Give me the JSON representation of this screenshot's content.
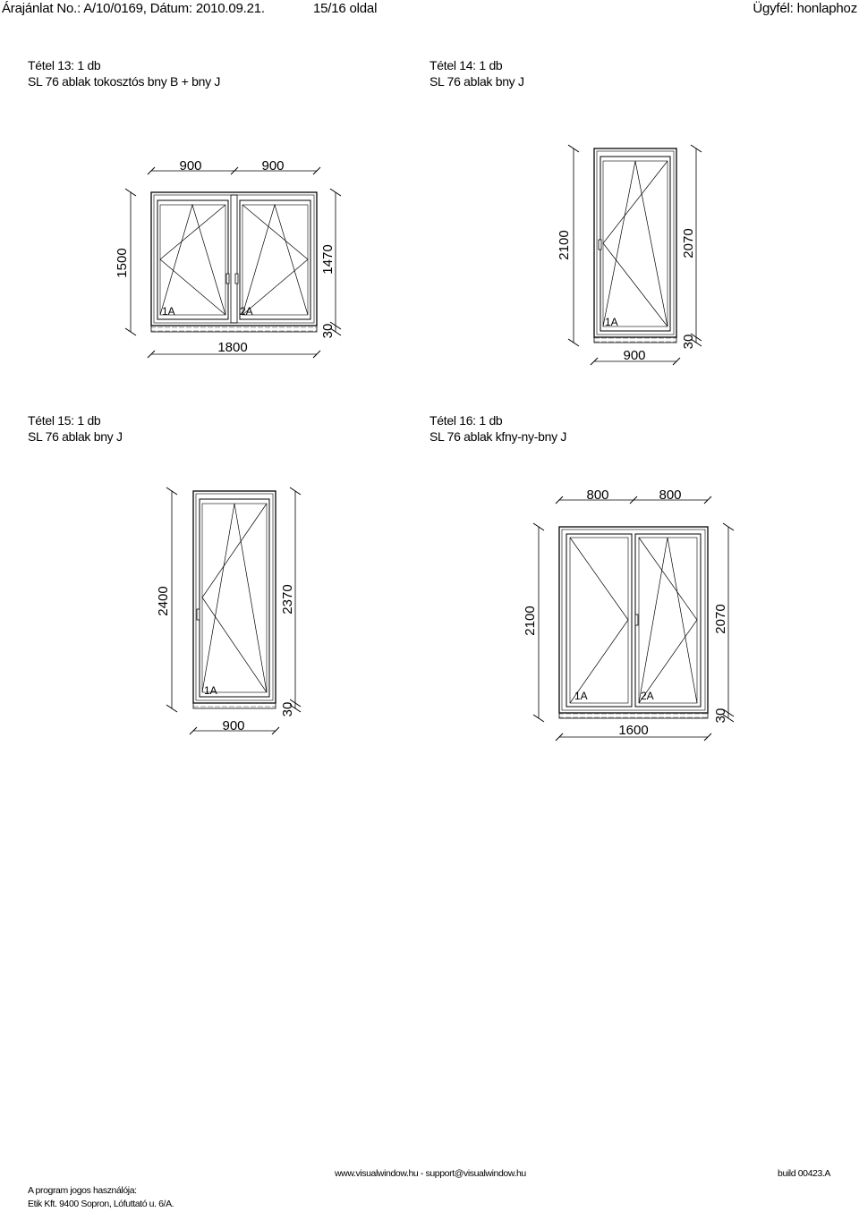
{
  "header": {
    "left": "Árajánlat No.: A/10/0169, Dátum: 2010.09.21.",
    "page": "15/16 oldal",
    "right": "Ügyfél: honlaphoz"
  },
  "items": [
    {
      "title": "Tétel 13:   1 db",
      "description": "SL 76  ablak tokosztós bny B + bny J",
      "widths": [
        "900",
        "900"
      ],
      "total_width": "1800",
      "height_outer": "1500",
      "height_inner": "1470",
      "sill": "30",
      "sashes": [
        "1A",
        "2A"
      ]
    },
    {
      "title": "Tétel 14:   1 db",
      "description": "SL 76 ablak bny  J",
      "total_width": "900",
      "height_outer": "2100",
      "height_inner": "2070",
      "sill": "30",
      "sashes": [
        "1A"
      ]
    },
    {
      "title": "Tétel 15:   1 db",
      "description": "SL 76 ablak bny  J",
      "total_width": "900",
      "height_outer": "2400",
      "height_inner": "2370",
      "sill": "30",
      "sashes": [
        "1A"
      ]
    },
    {
      "title": "Tétel 16:   1 db",
      "description": "SL 76 ablak kfny-ny-bny J",
      "widths": [
        "800",
        "800"
      ],
      "total_width": "1600",
      "height_outer": "2100",
      "height_inner": "2070",
      "sill": "30",
      "sashes": [
        "1A",
        "2A"
      ]
    }
  ],
  "footer": {
    "website": "www.visualwindow.hu - support@visualwindow.hu",
    "build": "build 00423.A",
    "licensee_label": "A program jogos használója:",
    "licensee": "Etik Kft.   9400 Sopron, Lófuttató u. 6/A."
  }
}
